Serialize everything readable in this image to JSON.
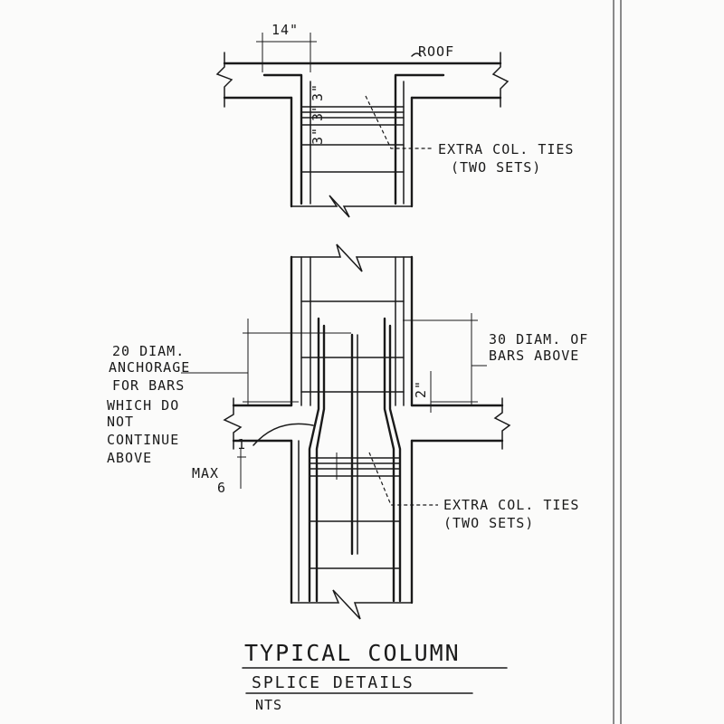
{
  "labels": {
    "dim_width": "14\"",
    "roof": "ROOF",
    "tie_spacing_a": "3\"",
    "tie_spacing_b": "3\"",
    "tie_spacing_c": "3\"",
    "extra_ties_top_1": "EXTRA COL. TIES",
    "extra_ties_top_2": "(TWO SETS)",
    "anchorage_1": "20 DIAM.",
    "anchorage_2": "ANCHORAGE",
    "anchorage_3": "FOR BARS",
    "anchorage_4": "WHICH DO",
    "anchorage_5": "NOT",
    "anchorage_6": "CONTINUE",
    "anchorage_7": "ABOVE",
    "splice_1": "30 DIAM. OF",
    "splice_2": "BARS ABOVE",
    "dim_2in": "2\"",
    "slope": "1",
    "max_1": "MAX",
    "max_2": "6",
    "extra_ties_bot_1": "EXTRA COL. TIES",
    "extra_ties_bot_2": "(TWO SETS)"
  },
  "title": {
    "line1": "TYPICAL COLUMN",
    "line2": "SPLICE DETAILS",
    "scale": "NTS"
  }
}
